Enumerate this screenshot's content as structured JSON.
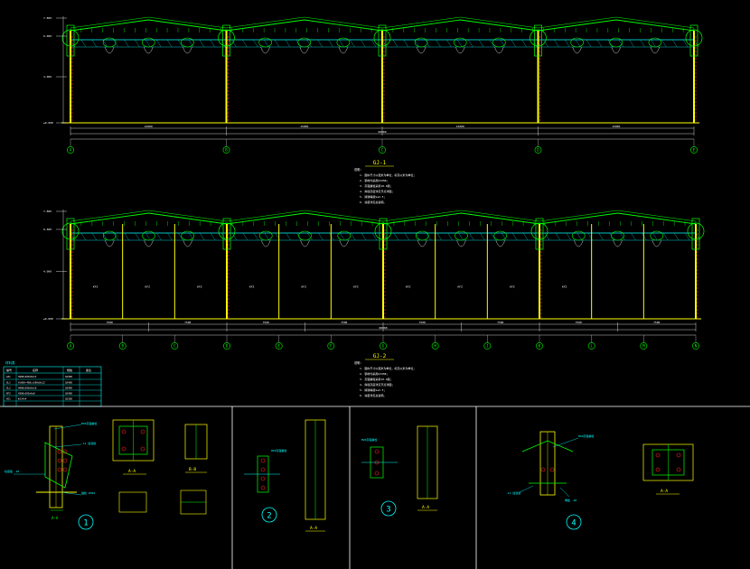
{
  "colors": {
    "background": "#000000",
    "roof": "#00ff00",
    "truss": "#00ffff",
    "column": "#ffff00",
    "dimension": "#ffffff",
    "accent_red": "#ff2020",
    "label_cyan": "#00ffff",
    "grid_circle": "#00ff00"
  },
  "frame_top": {
    "title": "GJ-1",
    "axes": [
      "A",
      "B",
      "C",
      "D",
      "E"
    ],
    "level_labels": [
      "7.800",
      "6.600",
      "4.000",
      "±0.000"
    ],
    "bay_dims": [
      "15000",
      "15000",
      "15000",
      "15000"
    ],
    "overall_dim": "60000"
  },
  "frame_bottom": {
    "title": "GJ-2",
    "axes": [
      "A",
      "B",
      "C",
      "D",
      "E",
      "F",
      "G",
      "H",
      "J",
      "K",
      "L",
      "M",
      "N"
    ],
    "wind_col_labels": [
      "KFZ",
      "KFZ",
      "KFZ",
      "KFZ",
      "KFZ",
      "KFZ",
      "KFZ",
      "KFZ",
      "KFZ",
      "KFZ"
    ],
    "level_labels": [
      "7.800",
      "6.600",
      "4.000",
      "±0.000"
    ],
    "bay_dims": [
      "7500",
      "7500",
      "7500",
      "7500",
      "7500",
      "7500",
      "7500",
      "7500"
    ],
    "overall_dim": "60000"
  },
  "notes_top": {
    "heading": "说明：",
    "lines": [
      "1. 图中尺寸以毫米为单位，标高以米为单位；",
      "2. 钢材均采用Q345B；",
      "3. 高强螺栓采用10.9级；",
      "4. 焊缝高度详见节点详图；",
      "5. 除锈等级Sa2.5；",
      "6. 涂装详见总说明。"
    ]
  },
  "notes_bottom": {
    "heading": "说明：",
    "lines": [
      "1. 图中尺寸以毫米为单位，标高以米为单位；",
      "2. 钢材均采用Q345B；",
      "3. 高强螺栓采用10.9级；",
      "4. 焊缝高度详见节点详图；",
      "5. 除锈等级Sa2.5；",
      "6. 涂装详见总说明。"
    ]
  },
  "table": {
    "title": "材料表",
    "headers": [
      "编号",
      "名称",
      "规格",
      "备注"
    ],
    "rows": [
      [
        "GZ1",
        "H400x200x8x13",
        "Q345B",
        ""
      ],
      [
        "GL1",
        "H(600~400)x200x8x12",
        "Q345B",
        ""
      ],
      [
        "GL2",
        "H400x200x6x10",
        "Q345B",
        ""
      ],
      [
        "KFZ",
        "H300x200x6x8",
        "Q345B",
        ""
      ],
      [
        "XG1",
        "Φ114x4",
        "Q235B",
        ""
      ]
    ]
  },
  "details": {
    "d1": {
      "number": "1",
      "section_labels": [
        "A-A",
        "B-B"
      ],
      "callouts": [
        "M20高强螺栓",
        "-12 加劲肋",
        "柱底板 -20",
        "锚栓 4M24"
      ]
    },
    "d2": {
      "number": "2",
      "section_labels": [
        "A-A"
      ],
      "callouts": [
        "M20高强螺栓"
      ]
    },
    "d3": {
      "number": "3",
      "section_labels": [
        "A-A"
      ],
      "callouts": [
        "M20高强螺栓"
      ]
    },
    "d4": {
      "number": "4",
      "section_labels": [
        "A-A"
      ],
      "callouts": [
        "M20高强螺栓",
        "-12 加劲肋",
        "端板 -20"
      ]
    }
  }
}
